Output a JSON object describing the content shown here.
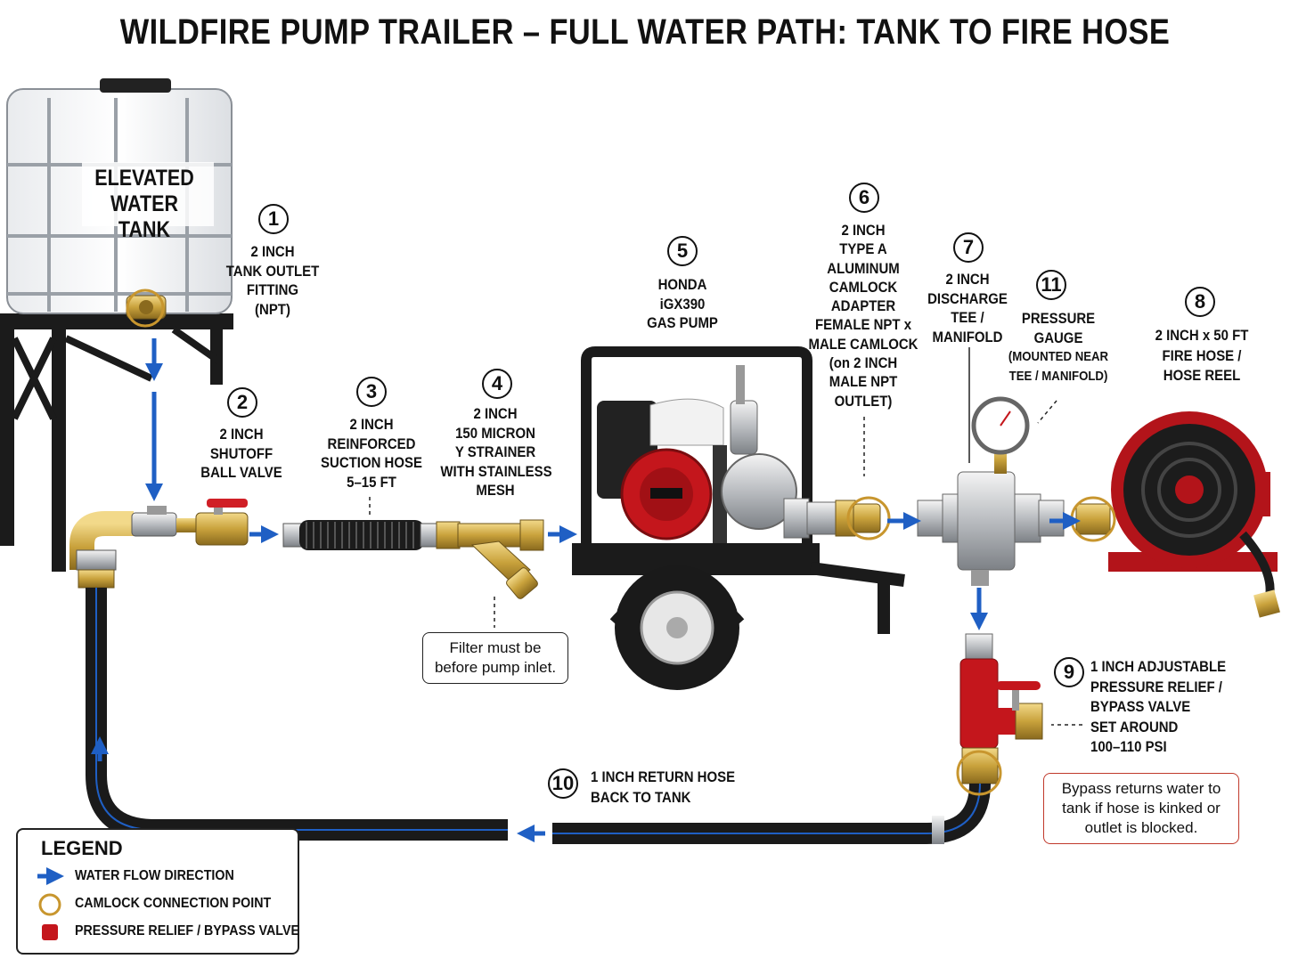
{
  "title": "WILDFIRE PUMP TRAILER – FULL WATER PATH: TANK TO FIRE HOSE",
  "tank_label": [
    "ELEVATED",
    "WATER TANK"
  ],
  "components": [
    {
      "num": "1",
      "lines": [
        "2 INCH",
        "TANK OUTLET",
        "FITTING",
        "(NPT)"
      ]
    },
    {
      "num": "2",
      "lines": [
        "2 INCH",
        "SHUTOFF",
        "BALL VALVE"
      ]
    },
    {
      "num": "3",
      "lines": [
        "2 INCH",
        "REINFORCED",
        "SUCTION HOSE",
        "5–15 FT"
      ]
    },
    {
      "num": "4",
      "lines": [
        "2 INCH",
        "150 MICRON",
        "Y STRAINER",
        "WITH STAINLESS",
        "MESH"
      ]
    },
    {
      "num": "5",
      "lines": [
        "HONDA",
        "iGX390",
        "GAS PUMP"
      ]
    },
    {
      "num": "6",
      "lines": [
        "2 INCH",
        "TYPE A",
        "ALUMINUM",
        "CAMLOCK",
        "ADAPTER",
        "FEMALE NPT x",
        "MALE CAMLOCK",
        "(on 2 INCH",
        "MALE NPT",
        "OUTLET)"
      ]
    },
    {
      "num": "7",
      "lines": [
        "2 INCH",
        "DISCHARGE",
        "TEE /",
        "MANIFOLD"
      ]
    },
    {
      "num": "11",
      "lines": [
        "PRESSURE",
        "GAUGE",
        "(MOUNTED NEAR",
        "TEE / MANIFOLD)"
      ]
    },
    {
      "num": "8",
      "lines": [
        "2 INCH x 50 FT",
        "FIRE HOSE /",
        "HOSE REEL"
      ]
    },
    {
      "num": "9",
      "lines": [
        "1 INCH ADJUSTABLE",
        "PRESSURE RELIEF /",
        "BYPASS VALVE",
        "SET AROUND",
        "100–110 PSI"
      ]
    },
    {
      "num": "10",
      "lines": [
        "1 INCH RETURN HOSE",
        "BACK TO TANK"
      ]
    }
  ],
  "notes": {
    "filter": [
      "Filter must be",
      "before pump inlet."
    ],
    "bypass": [
      "Bypass returns water to",
      "tank if hose is kinked or",
      "outlet is blocked."
    ]
  },
  "legend": {
    "title": "LEGEND",
    "items": [
      {
        "symbol": "blue-arrow",
        "label": "WATER FLOW DIRECTION"
      },
      {
        "symbol": "gold-ring",
        "label": "CAMLOCK CONNECTION POINT"
      },
      {
        "symbol": "red-valve",
        "label": "PRESSURE RELIEF / BYPASS VALVE"
      }
    ]
  },
  "colors": {
    "flow_arrow": "#1f5fc4",
    "camlock_ring": "#c8962e",
    "relief_valve": "#c4161c",
    "hose": "#1a1a1a",
    "hose_stripe": "#1f5fc4",
    "brass": "#c9a23c",
    "pump_engine": "#c4161c",
    "hose_reel": "#b3141a"
  }
}
